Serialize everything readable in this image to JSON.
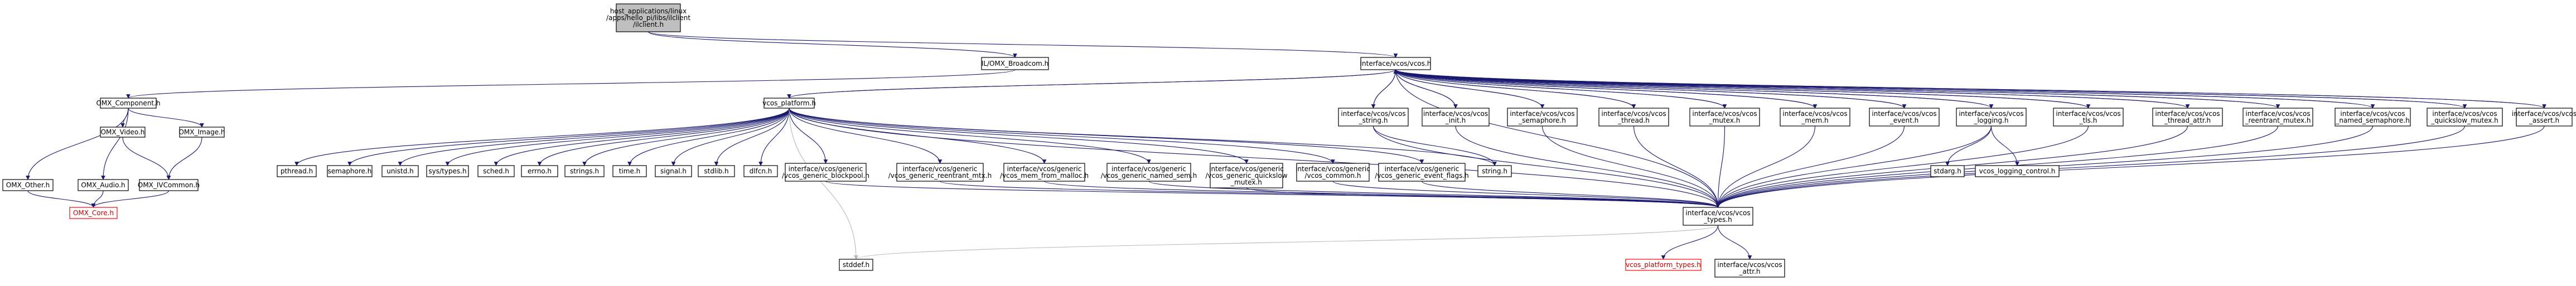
{
  "graph": {
    "title_lines": [],
    "nodes": [
      {
        "id": "root",
        "lines": [
          "host_applications/linux",
          "/apps/hello_pi/libs/ilclient",
          "/ilclient.h"
        ],
        "style": "root"
      },
      {
        "id": "ilbroadcom",
        "lines": [
          "IL/OMX_Broadcom.h"
        ]
      },
      {
        "id": "vcos",
        "lines": [
          "interface/vcos/vcos.h"
        ]
      },
      {
        "id": "omxcomp",
        "lines": [
          "OMX_Component.h"
        ]
      },
      {
        "id": "vcosplat",
        "lines": [
          "vcos_platform.h"
        ]
      },
      {
        "id": "omxvideo",
        "lines": [
          "OMX_Video.h"
        ]
      },
      {
        "id": "omximage",
        "lines": [
          "OMX_Image.h"
        ]
      },
      {
        "id": "omxother",
        "lines": [
          "OMX_Other.h"
        ]
      },
      {
        "id": "omxaudio",
        "lines": [
          "OMX_Audio.h"
        ]
      },
      {
        "id": "omxivcommon",
        "lines": [
          "OMX_IVCommon.h"
        ]
      },
      {
        "id": "omxcore",
        "lines": [
          "OMX_Core.h"
        ],
        "style": "red"
      },
      {
        "id": "pthread",
        "lines": [
          "pthread.h"
        ]
      },
      {
        "id": "semaphore",
        "lines": [
          "semaphore.h"
        ]
      },
      {
        "id": "unistd",
        "lines": [
          "unistd.h"
        ]
      },
      {
        "id": "systypes",
        "lines": [
          "sys/types.h"
        ]
      },
      {
        "id": "sched",
        "lines": [
          "sched.h"
        ]
      },
      {
        "id": "errno",
        "lines": [
          "errno.h"
        ]
      },
      {
        "id": "strings",
        "lines": [
          "strings.h"
        ]
      },
      {
        "id": "time",
        "lines": [
          "time.h"
        ]
      },
      {
        "id": "signal",
        "lines": [
          "signal.h"
        ]
      },
      {
        "id": "stdlib",
        "lines": [
          "stdlib.h"
        ]
      },
      {
        "id": "dlfcn",
        "lines": [
          "dlfcn.h"
        ]
      },
      {
        "id": "blockpool",
        "lines": [
          "interface/vcos/generic",
          "/vcos_generic_blockpool.h"
        ]
      },
      {
        "id": "reentrant",
        "lines": [
          "interface/vcos/generic",
          "/vcos_generic_reentrant_mtx.h"
        ]
      },
      {
        "id": "memfrommalloc",
        "lines": [
          "interface/vcos/generic",
          "/vcos_mem_from_malloc.h"
        ]
      },
      {
        "id": "namedsem",
        "lines": [
          "interface/vcos/generic",
          "/vcos_generic_named_sem.h"
        ]
      },
      {
        "id": "quickslow",
        "lines": [
          "interface/vcos/generic",
          "/vcos_generic_quickslow",
          "_mutex.h"
        ]
      },
      {
        "id": "gencommon",
        "lines": [
          "interface/vcos/generic",
          "/vcos_common.h"
        ]
      },
      {
        "id": "eventflags",
        "lines": [
          "interface/vcos/generic",
          "/vcos_generic_event_flags.h"
        ]
      },
      {
        "id": "stringh",
        "lines": [
          "string.h"
        ]
      },
      {
        "id": "stddef",
        "lines": [
          "stddef.h"
        ]
      },
      {
        "id": "vstring",
        "lines": [
          "interface/vcos/vcos",
          "_string.h"
        ]
      },
      {
        "id": "vinit",
        "lines": [
          "interface/vcos/vcos",
          "_init.h"
        ]
      },
      {
        "id": "vsemaphore",
        "lines": [
          "interface/vcos/vcos",
          "_semaphore.h"
        ]
      },
      {
        "id": "vthread",
        "lines": [
          "interface/vcos/vcos",
          "_thread.h"
        ]
      },
      {
        "id": "vmutex",
        "lines": [
          "interface/vcos/vcos",
          "_mutex.h"
        ]
      },
      {
        "id": "vmem",
        "lines": [
          "interface/vcos/vcos",
          "_mem.h"
        ]
      },
      {
        "id": "vevent",
        "lines": [
          "interface/vcos/vcos",
          "_event.h"
        ]
      },
      {
        "id": "vlogging",
        "lines": [
          "interface/vcos/vcos",
          "_logging.h"
        ]
      },
      {
        "id": "vtls",
        "lines": [
          "interface/vcos/vcos",
          "_tls.h"
        ]
      },
      {
        "id": "vthreadattr",
        "lines": [
          "interface/vcos/vcos",
          "_thread_attr.h"
        ]
      },
      {
        "id": "vreentrant",
        "lines": [
          "interface/vcos/vcos",
          "_reentrant_mutex.h"
        ]
      },
      {
        "id": "vnamedsem",
        "lines": [
          "interface/vcos/vcos",
          "_named_semaphore.h"
        ]
      },
      {
        "id": "vquickslow",
        "lines": [
          "interface/vcos/vcos",
          "_quickslow_mutex.h"
        ]
      },
      {
        "id": "vassert",
        "lines": [
          "interface/vcos/vcos",
          "_assert.h"
        ]
      },
      {
        "id": "stdarg",
        "lines": [
          "stdarg.h"
        ]
      },
      {
        "id": "logctl",
        "lines": [
          "vcos_logging_control.h"
        ]
      },
      {
        "id": "vtypes",
        "lines": [
          "interface/vcos/vcos",
          "_types.h"
        ]
      },
      {
        "id": "plattypes",
        "lines": [
          "vcos_platform_types.h"
        ],
        "style": "red"
      },
      {
        "id": "vattr",
        "lines": [
          "interface/vcos/vcos",
          "_attr.h"
        ]
      }
    ],
    "edges": [
      [
        "root",
        "ilbroadcom"
      ],
      [
        "root",
        "vcos"
      ],
      [
        "ilbroadcom",
        "omxcomp"
      ],
      [
        "omxcomp",
        "omxvideo"
      ],
      [
        "omxcomp",
        "omximage"
      ],
      [
        "omxcomp",
        "omxother"
      ],
      [
        "omxcomp",
        "omxaudio"
      ],
      [
        "omxvideo",
        "omxivcommon"
      ],
      [
        "omximage",
        "omxivcommon"
      ],
      [
        "omxother",
        "omxcore"
      ],
      [
        "omxaudio",
        "omxcore"
      ],
      [
        "omxivcommon",
        "omxcore"
      ],
      [
        "vcos",
        "vcosplat"
      ],
      [
        "vcosplat",
        "pthread"
      ],
      [
        "vcosplat",
        "semaphore"
      ],
      [
        "vcosplat",
        "unistd"
      ],
      [
        "vcosplat",
        "systypes"
      ],
      [
        "vcosplat",
        "sched"
      ],
      [
        "vcosplat",
        "errno"
      ],
      [
        "vcosplat",
        "strings"
      ],
      [
        "vcosplat",
        "time"
      ],
      [
        "vcosplat",
        "signal"
      ],
      [
        "vcosplat",
        "stdlib"
      ],
      [
        "vcosplat",
        "dlfcn"
      ],
      [
        "vcosplat",
        "blockpool"
      ],
      [
        "vcosplat",
        "reentrant"
      ],
      [
        "vcosplat",
        "memfrommalloc"
      ],
      [
        "vcosplat",
        "namedsem"
      ],
      [
        "vcosplat",
        "quickslow"
      ],
      [
        "vcosplat",
        "gencommon"
      ],
      [
        "vcosplat",
        "eventflags"
      ],
      [
        "vcosplat",
        "stringh"
      ],
      [
        "vcosplat",
        "stddef"
      ],
      [
        "vcosplat",
        "vtypes"
      ],
      [
        "blockpool",
        "vtypes"
      ],
      [
        "reentrant",
        "vtypes"
      ],
      [
        "memfrommalloc",
        "vtypes"
      ],
      [
        "namedsem",
        "vtypes"
      ],
      [
        "quickslow",
        "vtypes"
      ],
      [
        "gencommon",
        "vtypes"
      ],
      [
        "eventflags",
        "vtypes"
      ],
      [
        "vcos",
        "vstring"
      ],
      [
        "vcos",
        "vinit"
      ],
      [
        "vcos",
        "vsemaphore"
      ],
      [
        "vcos",
        "vthread"
      ],
      [
        "vcos",
        "vmutex"
      ],
      [
        "vcos",
        "vmem"
      ],
      [
        "vcos",
        "vevent"
      ],
      [
        "vcos",
        "vlogging"
      ],
      [
        "vcos",
        "vtls"
      ],
      [
        "vcos",
        "vthreadattr"
      ],
      [
        "vcos",
        "vreentrant"
      ],
      [
        "vcos",
        "vnamedsem"
      ],
      [
        "vcos",
        "vquickslow"
      ],
      [
        "vcos",
        "vassert"
      ],
      [
        "vcos",
        "vtypes"
      ],
      [
        "vcosplat",
        "vcos"
      ],
      [
        "vstring",
        "vcos"
      ],
      [
        "vinit",
        "vcos"
      ],
      [
        "vsemaphore",
        "vcos"
      ],
      [
        "vthread",
        "vcos"
      ],
      [
        "vmutex",
        "vcos"
      ],
      [
        "vmem",
        "vcos"
      ],
      [
        "vevent",
        "vcos"
      ],
      [
        "vlogging",
        "vcos"
      ],
      [
        "vtls",
        "vcos"
      ],
      [
        "vthreadattr",
        "vcos"
      ],
      [
        "vreentrant",
        "vcos"
      ],
      [
        "vnamedsem",
        "vcos"
      ],
      [
        "vquickslow",
        "vcos"
      ],
      [
        "vassert",
        "vcos"
      ],
      [
        "vstring",
        "vtypes"
      ],
      [
        "vinit",
        "vtypes"
      ],
      [
        "vsemaphore",
        "vtypes"
      ],
      [
        "vthread",
        "vtypes"
      ],
      [
        "vmutex",
        "vtypes"
      ],
      [
        "vmem",
        "vtypes"
      ],
      [
        "vevent",
        "vtypes"
      ],
      [
        "vlogging",
        "vtypes"
      ],
      [
        "vtls",
        "vtypes"
      ],
      [
        "vthreadattr",
        "vtypes"
      ],
      [
        "vreentrant",
        "vtypes"
      ],
      [
        "vnamedsem",
        "vtypes"
      ],
      [
        "vquickslow",
        "vtypes"
      ],
      [
        "vassert",
        "vtypes"
      ],
      [
        "vstring",
        "stringh"
      ],
      [
        "vlogging",
        "stdarg"
      ],
      [
        "vlogging",
        "logctl"
      ],
      [
        "vtypes",
        "plattypes"
      ],
      [
        "vtypes",
        "vattr"
      ],
      [
        "vtypes",
        "stddef"
      ]
    ]
  }
}
